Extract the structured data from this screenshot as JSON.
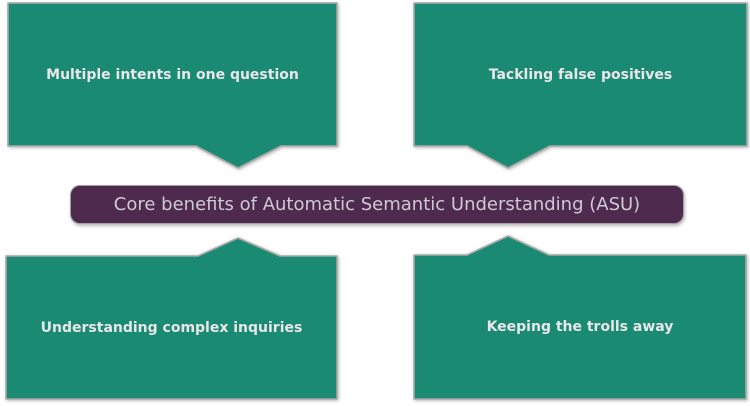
{
  "diagram": {
    "center_label": "Core benefits of Automatic Semantic Understanding (ASU)",
    "callouts": {
      "top_left": {
        "label": "Multiple intents in one question"
      },
      "top_right": {
        "label": "Tackling false positives"
      },
      "bottom_left": {
        "label": "Understanding complex inquiries"
      },
      "bottom_right": {
        "label": "Keeping the trolls away"
      }
    },
    "colors": {
      "callout_fill": "#1b8a72",
      "callout_border": "#a9a9a9",
      "callout_text": "#e9e7e9",
      "center_fill": "#4e2a4f",
      "center_border": "#a0a0a0",
      "center_text": "#cfc9d3",
      "background": "#ffffff"
    }
  }
}
